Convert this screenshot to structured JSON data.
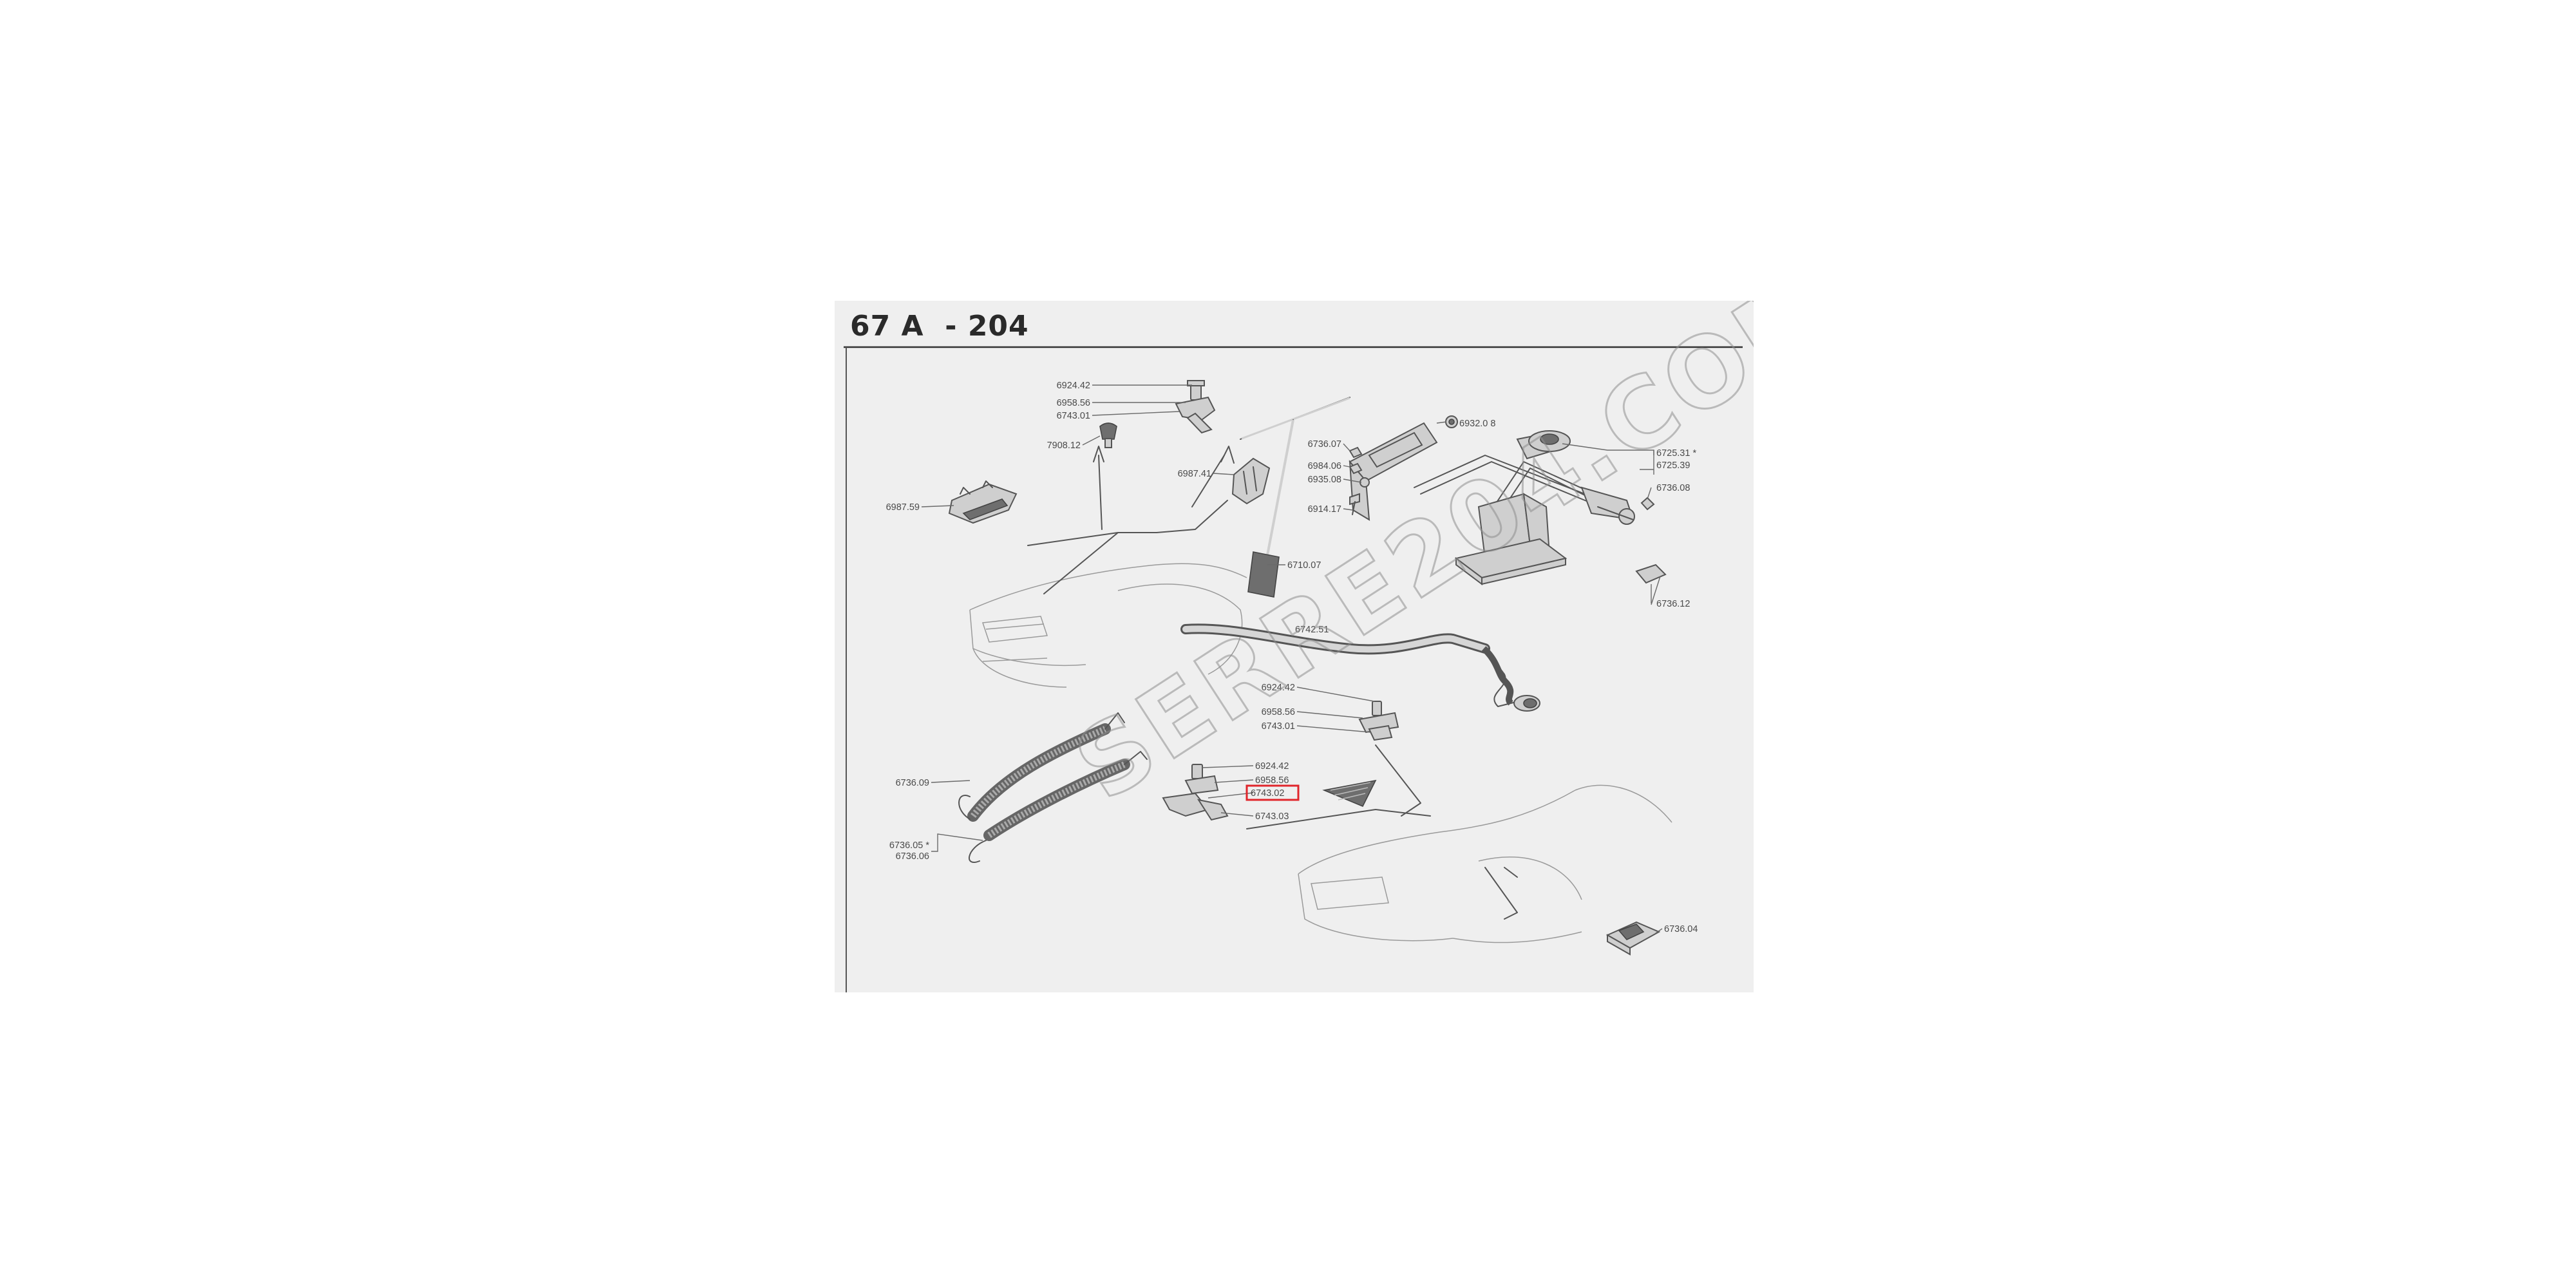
{
  "sheet": {
    "title": "67 A  - 204",
    "watermark": "SERRE204.COM",
    "highlight_color": "#e0252b"
  },
  "parts": [
    {
      "id": "p-6924-42-top",
      "ref": "6924.42"
    },
    {
      "id": "p-6958-56-top",
      "ref": "6958.56"
    },
    {
      "id": "p-6743-01-top",
      "ref": "6743.01"
    },
    {
      "id": "p-7908-12",
      "ref": "7908.12"
    },
    {
      "id": "p-6987-41",
      "ref": "6987.41"
    },
    {
      "id": "p-6987-59",
      "ref": "6987.59"
    },
    {
      "id": "p-6736-07",
      "ref": "6736.07"
    },
    {
      "id": "p-6984-06",
      "ref": "6984.06"
    },
    {
      "id": "p-6935-08",
      "ref": "6935.08"
    },
    {
      "id": "p-6914-17",
      "ref": "6914.17"
    },
    {
      "id": "p-6710-07",
      "ref": "6710.07"
    },
    {
      "id": "p-6932-08",
      "ref": "6932.0 8"
    },
    {
      "id": "p-6725-31",
      "ref": "6725.31 *"
    },
    {
      "id": "p-6725-39",
      "ref": "6725.39"
    },
    {
      "id": "p-6736-08",
      "ref": "6736.08"
    },
    {
      "id": "p-6736-12",
      "ref": "6736.12"
    },
    {
      "id": "p-6742-51",
      "ref": "6742.51"
    },
    {
      "id": "p-6924-42-mid",
      "ref": "6924.42"
    },
    {
      "id": "p-6958-56-mid",
      "ref": "6958.56"
    },
    {
      "id": "p-6743-01-mid",
      "ref": "6743.01"
    },
    {
      "id": "p-6924-42-low",
      "ref": "6924.42"
    },
    {
      "id": "p-6958-56-low",
      "ref": "6958.56"
    },
    {
      "id": "p-6743-02",
      "ref": "6743.02",
      "highlighted": true
    },
    {
      "id": "p-6743-03",
      "ref": "6743.03"
    },
    {
      "id": "p-6736-09",
      "ref": "6736.09"
    },
    {
      "id": "p-6736-05",
      "ref": "6736.05 *"
    },
    {
      "id": "p-6736-06",
      "ref": "6736.06"
    },
    {
      "id": "p-6736-04",
      "ref": "6736.04"
    }
  ]
}
